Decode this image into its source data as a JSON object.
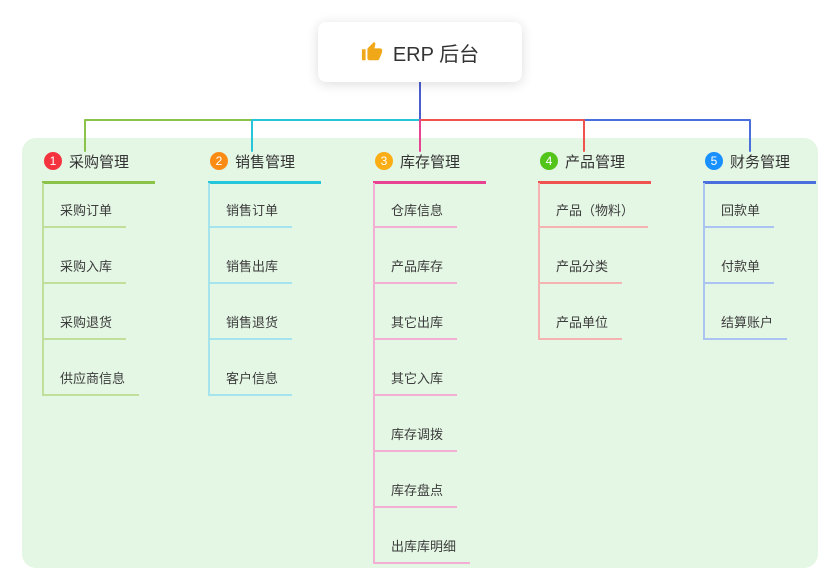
{
  "root": {
    "label": "ERP 后台",
    "icon": "thumbs-up-icon",
    "icon_color": "#f0a818"
  },
  "colors": {
    "panel_background": "#e4f6e4",
    "root_stem": "#4a5ed0"
  },
  "branches": [
    {
      "badge": "1",
      "badge_color": "#f5333f",
      "label": "采购管理",
      "line_color": "#8bc34a",
      "child_line_color": "#bfdf9a",
      "items": [
        "采购订单",
        "采购入库",
        "采购退货",
        "供应商信息"
      ]
    },
    {
      "badge": "2",
      "badge_color": "#fa8c16",
      "label": "销售管理",
      "line_color": "#26c6da",
      "child_line_color": "#a5e4ec",
      "items": [
        "销售订单",
        "销售出库",
        "销售退货",
        "客户信息"
      ]
    },
    {
      "badge": "3",
      "badge_color": "#faad14",
      "label": "库存管理",
      "line_color": "#e84393",
      "child_line_color": "#f3aed3",
      "items": [
        "仓库信息",
        "产品库存",
        "其它出库",
        "其它入库",
        "库存调拨",
        "库存盘点",
        "出库库明细"
      ]
    },
    {
      "badge": "4",
      "badge_color": "#52c41a",
      "label": "产品管理",
      "line_color": "#ef5350",
      "child_line_color": "#f4b2b0",
      "items": [
        "产品（物料）",
        "产品分类",
        "产品单位"
      ]
    },
    {
      "badge": "5",
      "badge_color": "#1890ff",
      "label": "财务管理",
      "line_color": "#4a6fdc",
      "child_line_color": "#aac3f0",
      "items": [
        "回款单",
        "付款单",
        "结算账户"
      ]
    }
  ]
}
